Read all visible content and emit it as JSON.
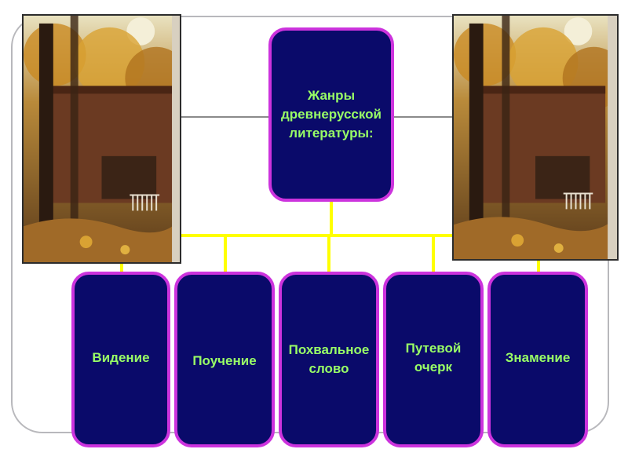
{
  "diagram": {
    "title": "Жанры древнерусской литературы:",
    "title_lines": [
      "Жанры",
      "древнерусской",
      "литературы:"
    ],
    "genres": [
      {
        "lines": [
          "Видение"
        ]
      },
      {
        "lines": [
          "Поучение"
        ]
      },
      {
        "lines": [
          "Похвальное",
          "слово"
        ]
      },
      {
        "lines": [
          "Путевой",
          "очерк"
        ]
      },
      {
        "lines": [
          "Знамение"
        ]
      }
    ]
  },
  "colors": {
    "box_fill": "#0a0a6a",
    "box_border": "#cc33dd",
    "text": "#99ff66",
    "connector": "#ffff00",
    "frame": "#b8b8bc"
  },
  "images": [
    {
      "name": "autumn-manor-photo-left"
    },
    {
      "name": "autumn-manor-photo-right"
    }
  ]
}
